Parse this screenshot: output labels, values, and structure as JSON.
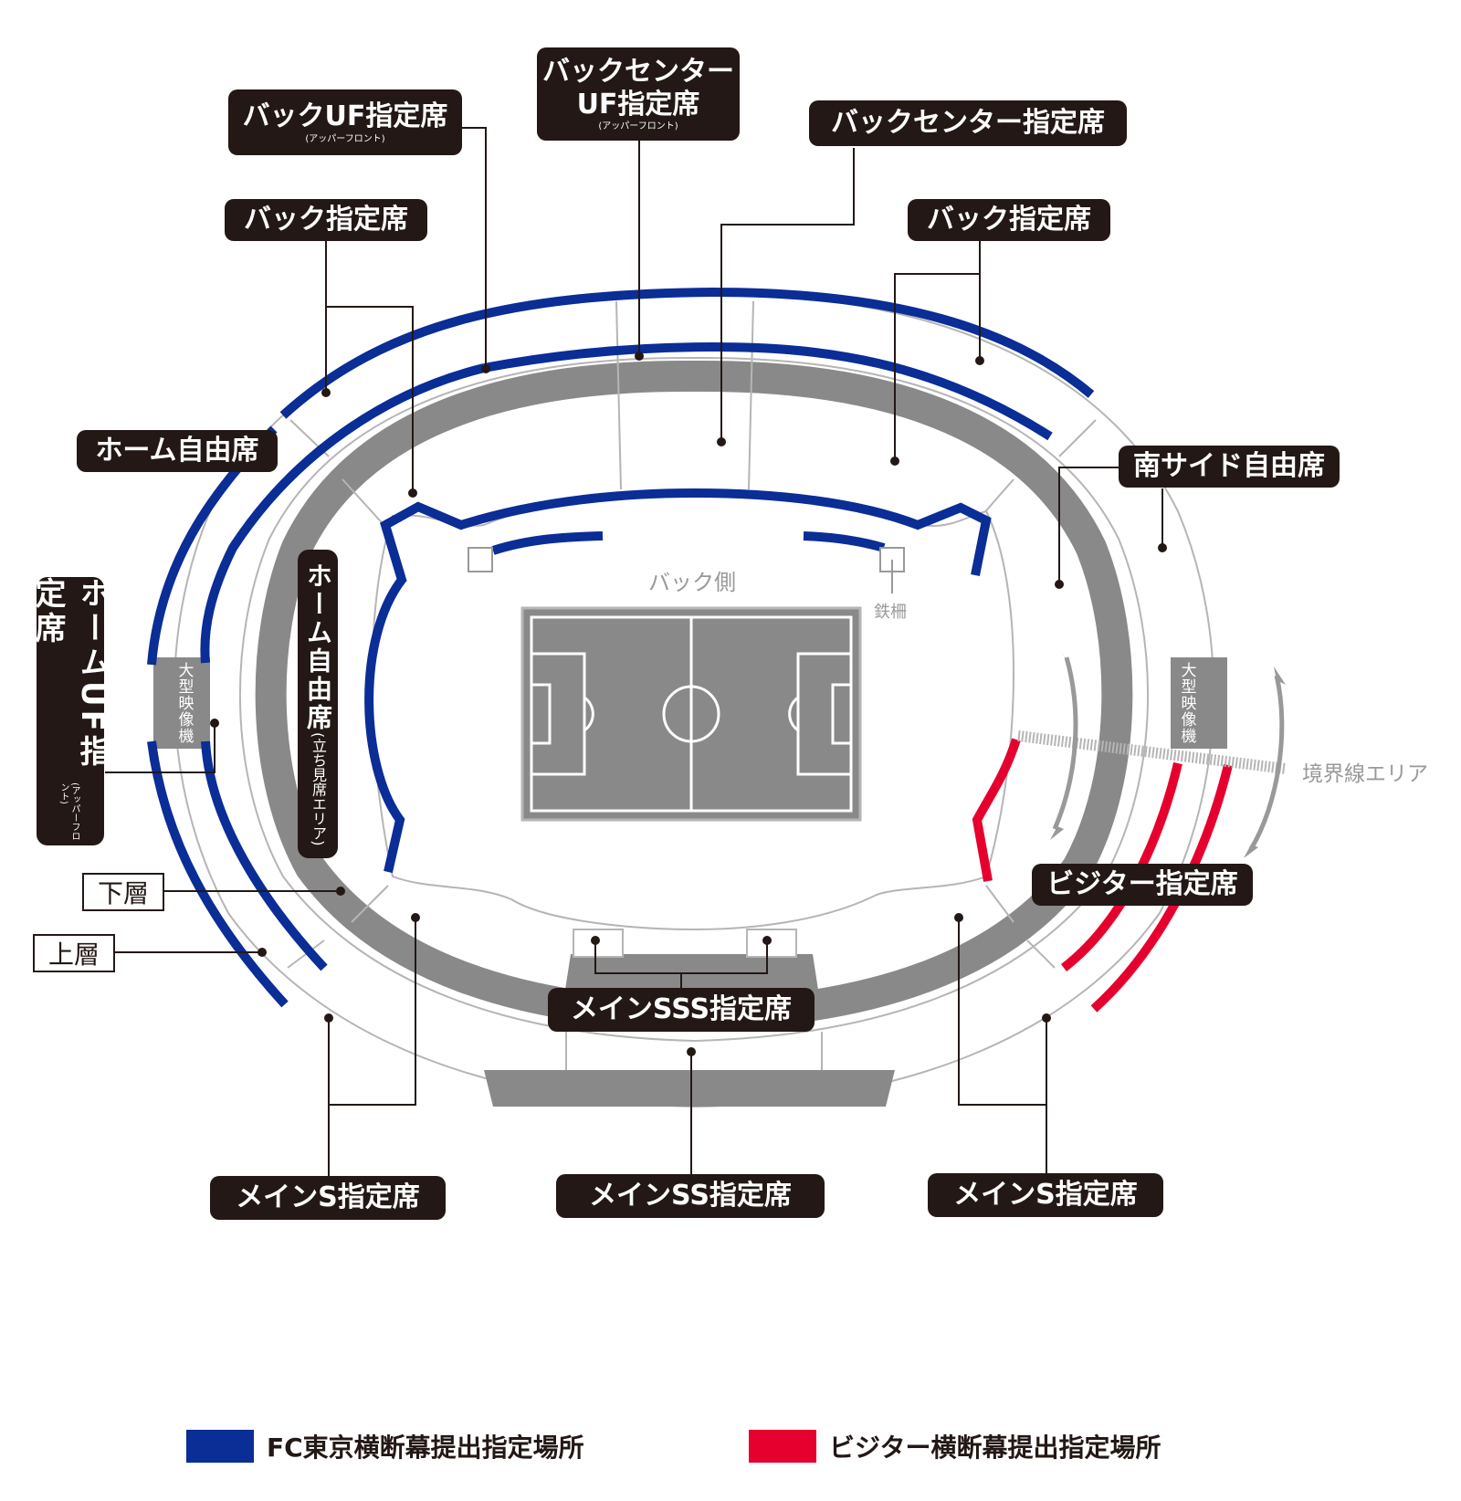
{
  "colors": {
    "fc_tokyo_blue": "#0a2d96",
    "visitor_red": "#e6002d",
    "concourse_gray": "#898989",
    "label_bg": "#231815"
  },
  "labels": {
    "back_uf": "バックUF指定席",
    "back_uf_sub": "(アッパーフロント)",
    "back_center_uf_line1": "バックセンター",
    "back_center_uf_line2": "UF指定席",
    "back_center_uf_sub": "(アッパーフロント)",
    "back_center": "バックセンター指定席",
    "back_left": "バック指定席",
    "back_right": "バック指定席",
    "home_free": "ホーム自由席",
    "south_side_free": "南サイド自由席",
    "home_uf": "ホームUF指定席",
    "home_uf_sub": "(アッパーフロント)",
    "home_free_standing": "ホーム自由席",
    "home_free_standing_sub": "(立ち見席エリア)",
    "lower_tier": "下層",
    "upper_tier": "上層",
    "visitor": "ビジター指定席",
    "main_sss": "メインSSS指定席",
    "main_s_left": "メインS指定席",
    "main_ss": "メインSS指定席",
    "main_s_right": "メインS指定席",
    "big_screen_left": "大型映像機",
    "big_screen_right": "大型映像機",
    "back_side": "バック側",
    "iron_fence": "鉄柵",
    "boundary_area": "境界線エリア"
  },
  "legend": {
    "fc_tokyo": "FC東京横断幕提出指定場所",
    "visitor": "ビジター横断幕提出指定場所"
  }
}
